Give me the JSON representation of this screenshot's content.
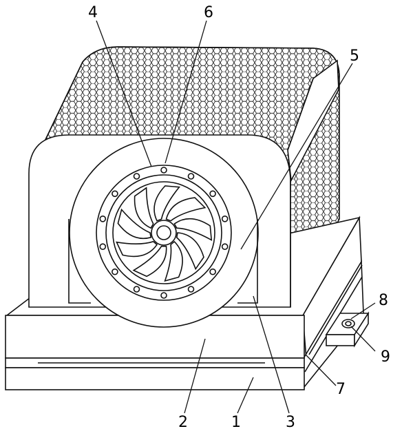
{
  "figure": {
    "labels": {
      "l1": "1",
      "l2": "2",
      "l3": "3",
      "l4": "4",
      "l5": "5",
      "l6": "6",
      "l7": "7",
      "l8": "8",
      "l9": "9"
    },
    "fan_blade_count": 9,
    "flange_bolt_count": 14
  }
}
